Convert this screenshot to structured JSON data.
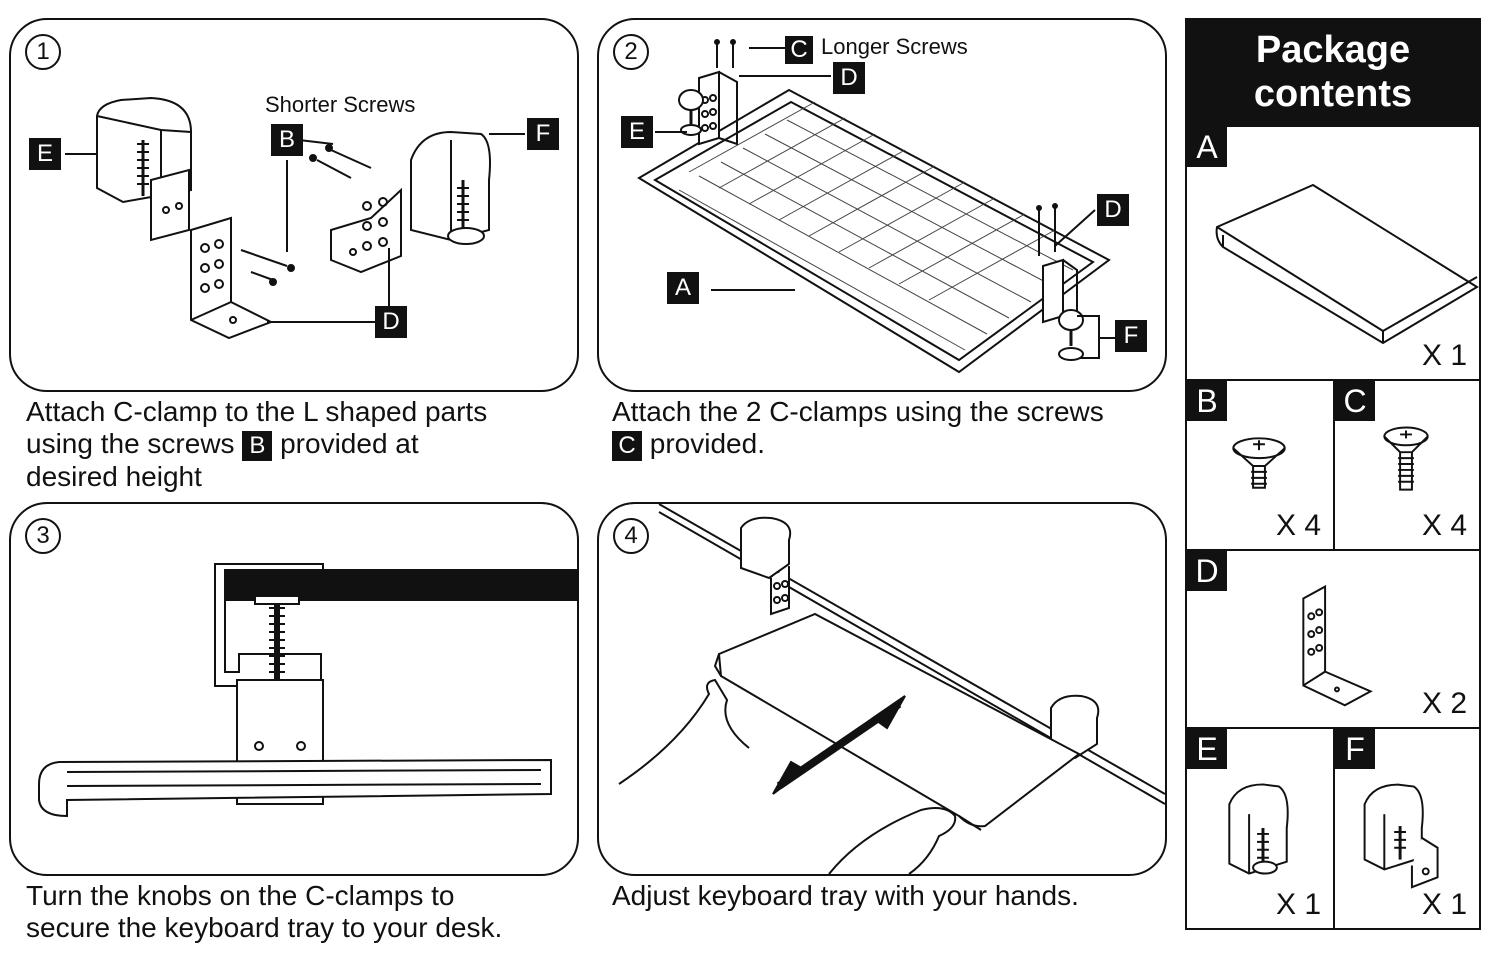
{
  "step1": {
    "number": "1",
    "shorter_screws": "Shorter Screws",
    "tags": {
      "e": "E",
      "b": "B",
      "f": "F",
      "d": "D"
    },
    "caption_line1": "Attach C-clamp to the L shaped parts",
    "caption_line2a": "using the screws",
    "caption_tag": "B",
    "caption_line2b": "provided at",
    "caption_line3": "desired height"
  },
  "step2": {
    "number": "2",
    "longer_screws": "Longer Screws",
    "tags": {
      "c": "C",
      "d_top": "D",
      "e": "E",
      "d_right": "D",
      "a": "A",
      "f": "F"
    },
    "caption_line1": "Attach the 2 C-clamps using the screws",
    "caption_tag": "C",
    "caption_line2": "provided."
  },
  "step3": {
    "number": "3",
    "caption_line1": "Turn the knobs on the C-clamps to",
    "caption_line2": "secure the keyboard tray to your desk."
  },
  "step4": {
    "number": "4",
    "caption_line1": "Adjust keyboard tray with your hands."
  },
  "package": {
    "title_line1": "Package",
    "title_line2": "contents",
    "items": [
      {
        "letter": "A",
        "qty": "X 1",
        "icon": "tray-board-icon"
      },
      {
        "letter": "B",
        "qty": "X 4",
        "icon": "short-screw-icon"
      },
      {
        "letter": "C",
        "qty": "X 4",
        "icon": "long-screw-icon"
      },
      {
        "letter": "D",
        "qty": "X 2",
        "icon": "l-bracket-icon"
      },
      {
        "letter": "E",
        "qty": "X 1",
        "icon": "c-clamp-icon"
      },
      {
        "letter": "F",
        "qty": "X 1",
        "icon": "c-clamp-icon"
      }
    ]
  }
}
